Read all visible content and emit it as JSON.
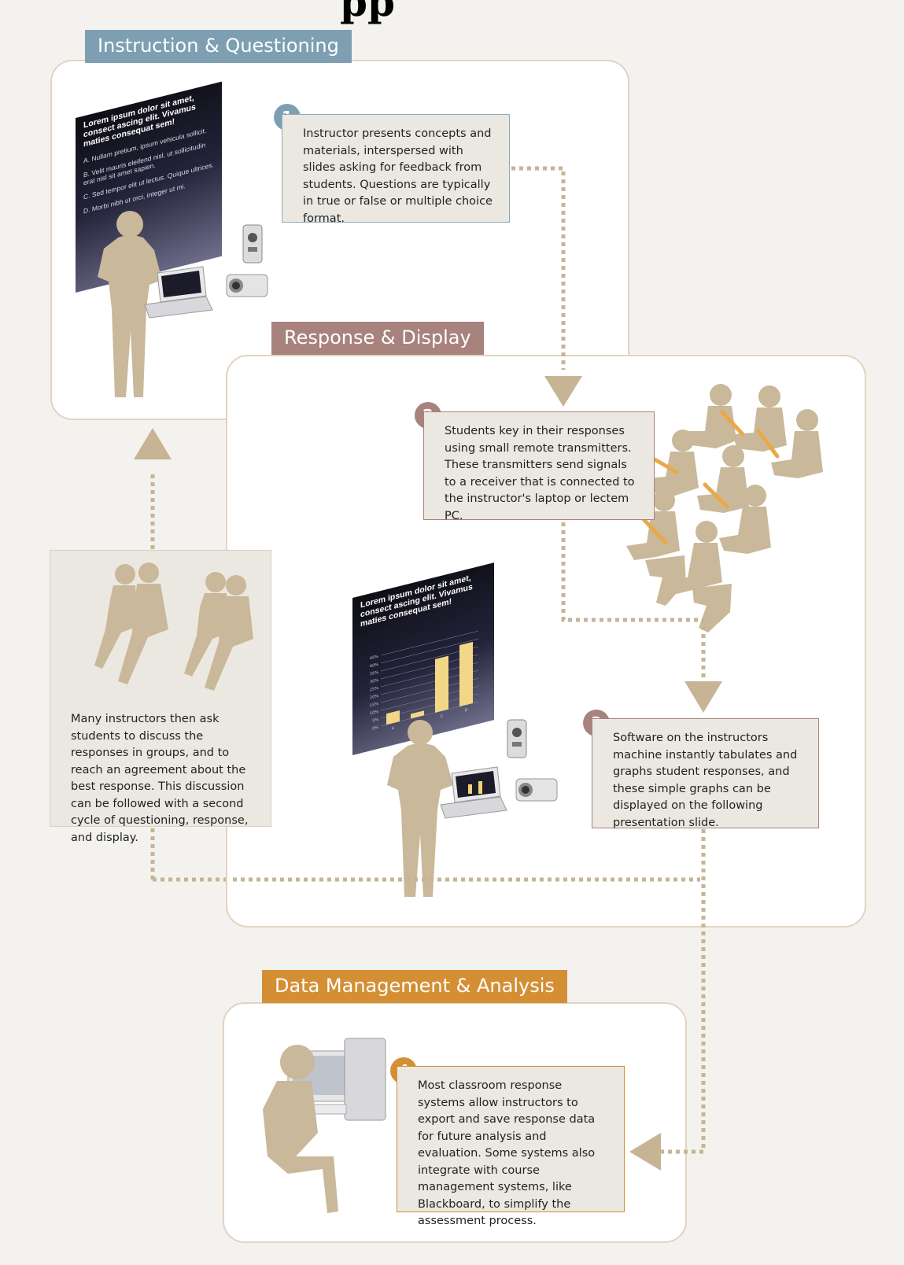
{
  "page": {
    "title": "pp"
  },
  "colors": {
    "instruction_tab": "#7e9fb2",
    "response_tab": "#a8827d",
    "data_tab": "#d48f35",
    "panel_border": "#e1d4c0",
    "silhouette": "#c9b899",
    "dot_line": "#c6b494",
    "box_fill": "#ebe8e1",
    "step1_badge": "#7e9fb2",
    "step2_badge": "#a8827d",
    "step3_badge": "#a8827d",
    "step4_badge": "#d48f35"
  },
  "sections": {
    "instruction": {
      "label": "Instruction & Questioning"
    },
    "response": {
      "label": "Response & Display"
    },
    "data": {
      "label": "Data Management & Analysis"
    }
  },
  "steps": [
    {
      "number": "1",
      "text": "Instructor presents concepts and materials, interspersed with slides asking for feedback from students. Questions are typically in true or false or multiple choice format."
    },
    {
      "number": "2",
      "text": "Students key in their responses using small remote transmitters. These transmitters send signals to a receiver that is connected to the instructor's laptop or lectem PC."
    },
    {
      "number": "3",
      "text": "Software on the instructors machine instantly tabulates and graphs student responses, and these simple graphs can be displayed on the following presentation slide."
    },
    {
      "number": "4",
      "text": "Most classroom response systems allow instructors to export and save response data for future analysis and evaluation. Some systems also integrate with course management systems, like Blackboard, to simplify the assessment process."
    }
  ],
  "discussion": {
    "text": "Many instructors then ask students to discuss the responses in groups, and to reach an agreement about the best response. This discussion can be followed with a second cycle of questioning, response, and display."
  },
  "slide1": {
    "heading": "Lorem ipsum dolor sit amet, consect ascing elit. Vivamus maties consequat sem!",
    "options": [
      "A.  Nullam pretium, ipsum vehicula sollicit.",
      "B.  Velit mauris eleifend nisl, ut sollicitudin erat nisl sit amet sapien.",
      "C.  Sed tempor elit ut lectus. Quique ultrices.",
      "D.  Morbi nibh ut orci, integer ut mi."
    ]
  },
  "slide2": {
    "heading": "Lorem ipsum dolor sit amet, consect ascing elit. Vivamus maties consequat sem!"
  },
  "chart_data": {
    "type": "bar",
    "categories": [
      "A",
      "B",
      "C",
      "D"
    ],
    "values": [
      7,
      3,
      34,
      39
    ],
    "ylim": [
      0,
      45
    ],
    "yticks": [
      "0%",
      "5%",
      "10%",
      "15%",
      "20%",
      "25%",
      "30%",
      "35%",
      "40%",
      "45%"
    ],
    "grid": true
  }
}
